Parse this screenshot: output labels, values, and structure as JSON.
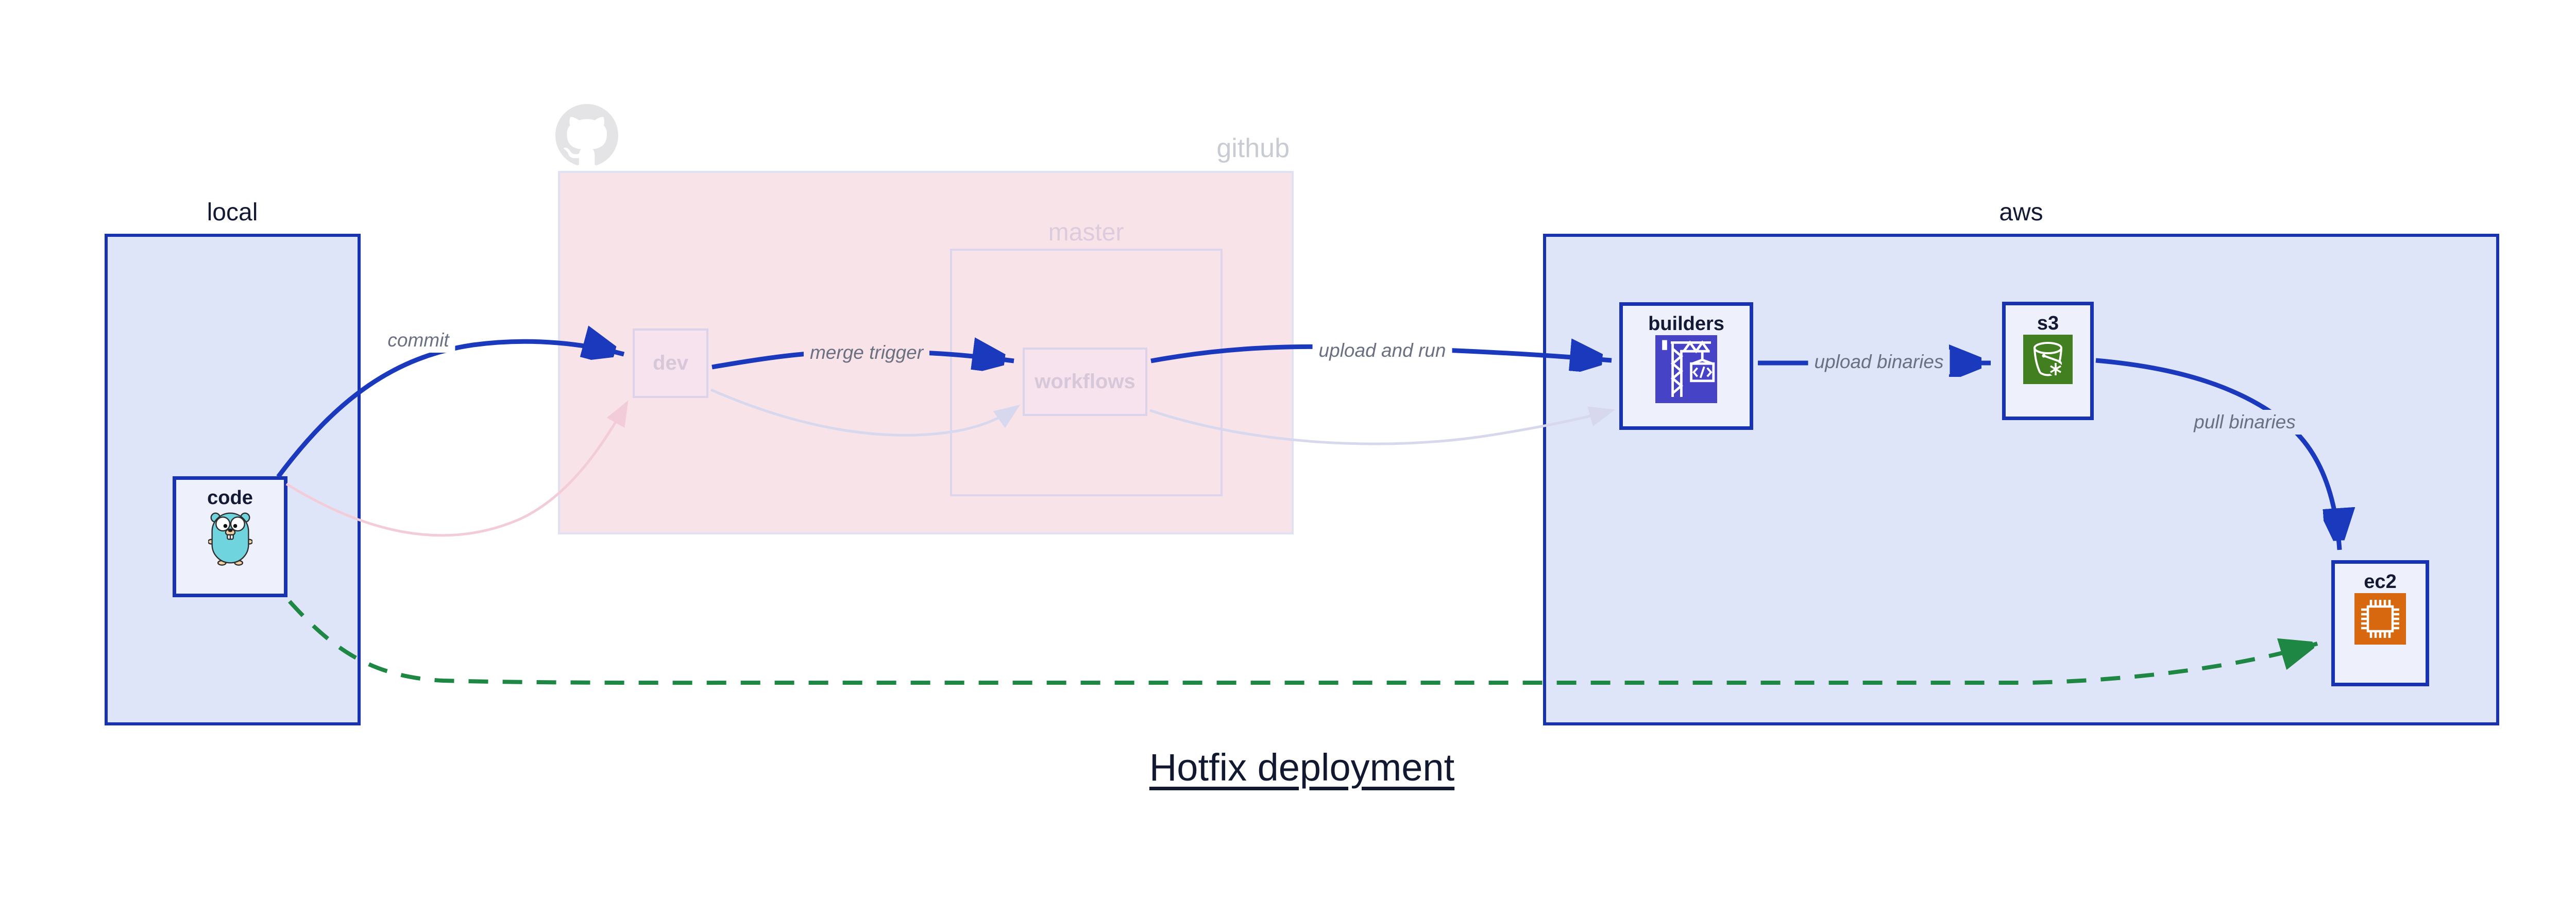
{
  "title": {
    "text": "Hotfix deployment"
  },
  "groups": {
    "local": {
      "label": "local"
    },
    "github": {
      "label": "github"
    },
    "master": {
      "label": "master"
    },
    "aws": {
      "label": "aws"
    }
  },
  "nodes": {
    "code": {
      "label": "code",
      "icon": "go-gopher-icon"
    },
    "dev": {
      "label": "dev"
    },
    "workflows": {
      "label": "workflows"
    },
    "builders": {
      "label": "builders",
      "icon": "codebuild-crane-icon"
    },
    "s3": {
      "label": "s3",
      "icon": "s3-bucket-snowflake-icon"
    },
    "ec2": {
      "label": "ec2",
      "icon": "ec2-chip-icon"
    }
  },
  "edges": [
    {
      "from": "code",
      "to": "dev",
      "label": "commit",
      "style": "active-blue"
    },
    {
      "from": "dev",
      "to": "workflows",
      "label": "merge trigger",
      "style": "active-blue"
    },
    {
      "from": "workflows",
      "to": "builders",
      "label": "upload and run",
      "style": "active-blue"
    },
    {
      "from": "builders",
      "to": "s3",
      "label": "upload binaries",
      "style": "active-blue"
    },
    {
      "from": "s3",
      "to": "ec2",
      "label": "pull binaries",
      "style": "active-blue"
    },
    {
      "from": "code",
      "to": "ec2",
      "label": "",
      "style": "hotfix-green-dashed"
    },
    {
      "from": "code",
      "to": "dev",
      "label": "",
      "style": "faded-pink"
    },
    {
      "from": "dev",
      "to": "workflows",
      "label": "",
      "style": "faded-lavender"
    },
    {
      "from": "workflows",
      "to": "builders",
      "label": "",
      "style": "faded-lavender"
    }
  ],
  "colors": {
    "blue": "#1733b2",
    "arrow-blue": "#1a39bd",
    "dark": "#141a33",
    "group-fill": "#dfe5f8",
    "node-fill": "#eef1fb",
    "pink-fill": "#f8e3e9",
    "pink-border": "#e0e1f3",
    "master-border": "#ddd5ec",
    "pink-node-fill": "#f6e3ee",
    "pink-node-border": "#dbd3ea",
    "faded-node-text": "#d6c7d9",
    "github-text": "#c9cbd3",
    "master-text": "#dccbdc",
    "edge-label": "#6a7080",
    "green": "#1d8743",
    "faded-pink": "#f3ccd9",
    "faded-lav": "#d7d7ee",
    "octocat": "#e4e4e7",
    "gopher": "#6fd4de",
    "crane-bg": "#4743c6",
    "s3-bg": "#417f20",
    "ec2-bg": "#d8680f"
  }
}
